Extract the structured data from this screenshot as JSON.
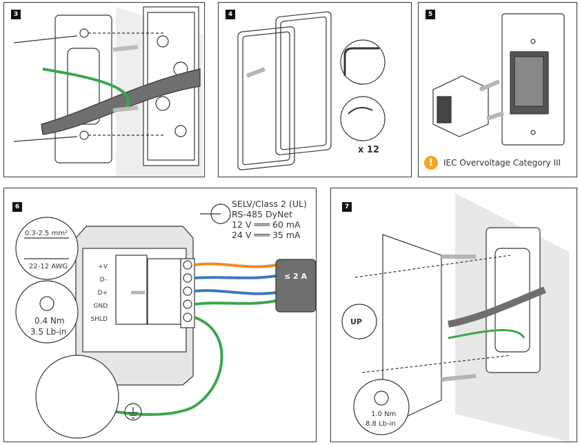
{
  "steps": [
    {
      "number": "3"
    },
    {
      "number": "4",
      "count_label": "x 12"
    },
    {
      "number": "5",
      "warning_icon": "exclamation-circle-icon",
      "warning_color": "#f5a623",
      "warning_text": "IEC Overvoltage Category III"
    },
    {
      "number": "6",
      "wire_size_mm": "0.3-2.5 mm²",
      "wire_size_awg": "22-12 AWG",
      "torque_nm": "0.4 Nm",
      "torque_lbin": "3.5 Lb-in",
      "spec_lines": [
        "SELV/Class 2 (UL)",
        "RS-485 DyNet",
        "12 V ═══ 60 mA",
        "24 V ═══ 35 mA"
      ],
      "terminals": [
        "+V",
        "D–",
        "D+",
        "GND",
        "SHLD"
      ],
      "cable_rating": "≤ 2 A"
    },
    {
      "number": "7",
      "up_label": "UP",
      "torque_nm": "1.0 Nm",
      "torque_lbin": "8.8 Lb-in"
    }
  ],
  "colors": {
    "wire_green": "#3aa64a",
    "wire_orange": "#f08a24",
    "wire_blue": "#3a78c2",
    "arrow_gray": "#b5b5b5",
    "cable_gray": "#6f6f6f"
  }
}
